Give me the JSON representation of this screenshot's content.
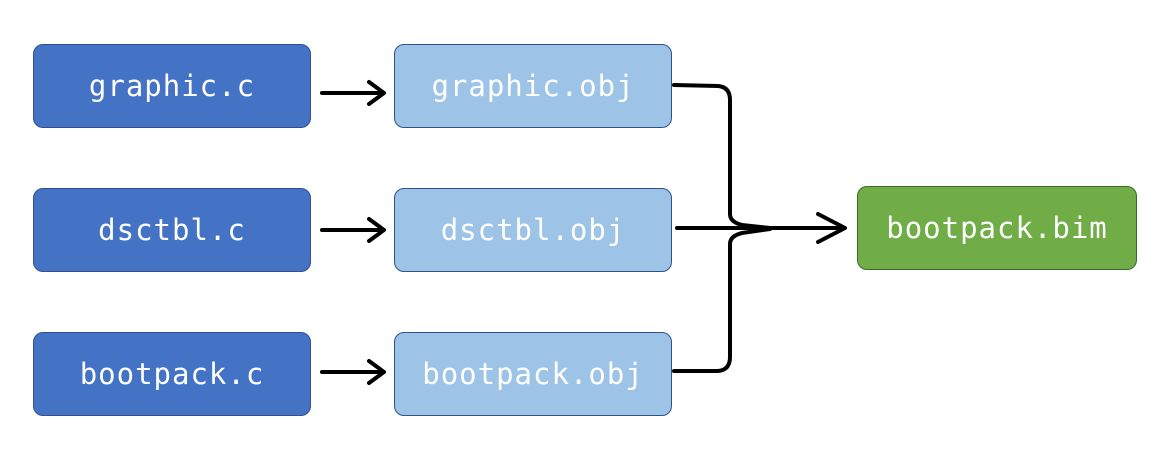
{
  "sources": [
    {
      "label": "graphic.c"
    },
    {
      "label": "dsctbl.c"
    },
    {
      "label": "bootpack.c"
    }
  ],
  "objects": [
    {
      "label": "graphic.obj"
    },
    {
      "label": "dsctbl.obj"
    },
    {
      "label": "bootpack.obj"
    }
  ],
  "output": {
    "label": "bootpack.bim"
  },
  "colors": {
    "source_fill": "#4472c4",
    "object_fill": "#9dc3e6",
    "output_fill": "#70ad47",
    "border": "#2f528f",
    "text": "#ffffff",
    "arrow": "#000000"
  }
}
